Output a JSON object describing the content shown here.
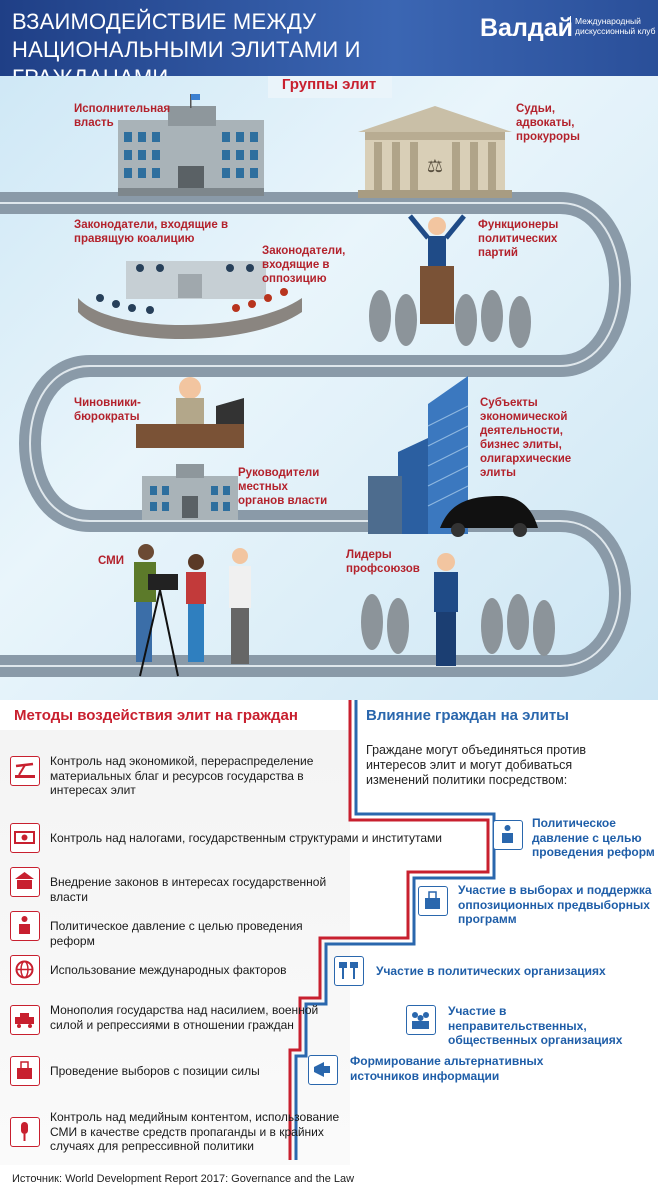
{
  "header": {
    "title_line1": "ВЗАИМОДЕЙСТВИЕ МЕЖДУ",
    "title_line2": "НАЦИОНАЛЬНЫМИ ЭЛИТАМИ И ГРАЖДАНАМИ",
    "brand": "Валдай",
    "brand_sub": "Международный дискуссионный клуб"
  },
  "groups": {
    "title": "Группы элит",
    "items": [
      "Исполнительная власть",
      "Судьи, адвокаты, прокуроры",
      "Законодатели, входящие в правящую коалицию",
      "Законодатели, входящие в оппозицию",
      "Функционеры политических партий",
      "Чиновники-бюрократы",
      "Субъекты экономической деятельности, бизнес элиты, олигархические элиты",
      "Руководители местных органов власти",
      "СМИ",
      "Лидеры профсоюзов"
    ]
  },
  "methods": {
    "title": "Методы воздействия элит на граждан",
    "items": [
      "Контроль над экономикой, перераспределение материальных благ и ресурсов государства в интересах элит",
      "Контроль над налогами, государственным структурами и институтами",
      "Внедрение законов в интересах государственной власти",
      "Политическое давление с целью проведения реформ",
      "Использование международных факторов",
      "Монополия государства над насилием, военной силой и репрессиями в отношении граждан",
      "Проведение выборов с позиции силы",
      "Контроль над медийным контентом, использование СМИ в качестве средств пропаганды и в крайних случаях для репрессивной политики"
    ]
  },
  "influence": {
    "title": "Влияние граждан на элиты",
    "intro": "Граждане могут объединяться против интересов элит и могут добиваться изменений политики посредством:",
    "items": [
      "Политическое давление с целью проведения реформ",
      "Участие в выборах и поддержка оппозиционных предвыборных программ",
      "Участие в политических организациях",
      "Участие в неправительственных, общественных организациях",
      "Формирование альтернативных источников информации"
    ]
  },
  "source": "Источник: World Development Report 2017: Governance and the Law",
  "colors": {
    "red": "#c8202f",
    "blue": "#2a67ad",
    "road": "#8a9aa8"
  }
}
